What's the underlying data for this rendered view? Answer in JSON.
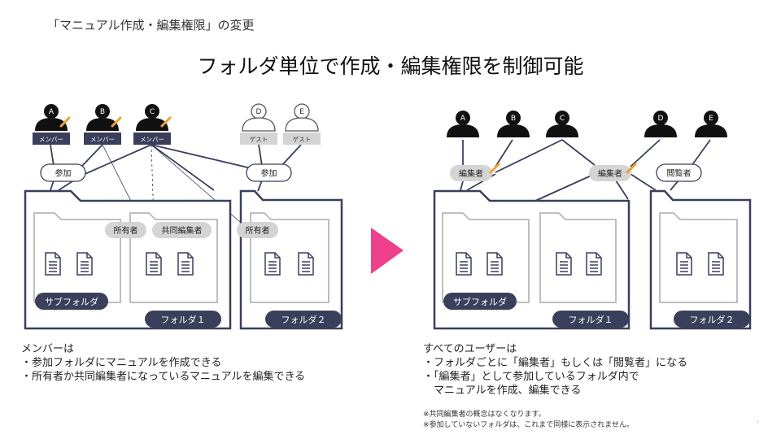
{
  "header": "「マニュアル作成・編集権限」の変更",
  "title": "フォルダ単位で作成・編集権限を制御可能",
  "colors": {
    "navy": "#3a3f5c",
    "pill_gray": "#d4d4d4",
    "folder_inner": "#b7b7b7",
    "guest_outline": "#555555",
    "pencil": "#f0a030",
    "arrow": "#ee3f8a"
  },
  "left": {
    "users": [
      {
        "letter": "A",
        "role": "メンバー",
        "pencil": true
      },
      {
        "letter": "B",
        "role": "メンバー",
        "pencil": true
      },
      {
        "letter": "C",
        "role": "メンバー",
        "pencil": true
      },
      {
        "letter": "D",
        "role": "ゲスト",
        "pencil": false
      },
      {
        "letter": "E",
        "role": "ゲスト",
        "pencil": false
      }
    ],
    "participate_labels": [
      "参加",
      "参加"
    ],
    "owner_label": "所有者",
    "coeditor_label": "共同編集者",
    "owner_label_2": "所有者",
    "subfolder_label": "サブフォルダ",
    "folder1_label": "フォルダ１",
    "folder2_label": "フォルダ２",
    "notes": [
      "メンバーは",
      "・参加フォルダにマニュアルを作成できる",
      "・所有者か共同編集者になっているマニュアルを編集できる"
    ]
  },
  "right": {
    "users": [
      "A",
      "B",
      "C",
      "D",
      "E"
    ],
    "editor_labels": [
      "編集者",
      "編集者"
    ],
    "viewer_label": "閲覧者",
    "subfolder_label": "サブフォルダ",
    "folder1_label": "フォルダ１",
    "folder2_label": "フォルダ２",
    "notes": [
      "すべてのユーザーは",
      "・フォルダごとに「編集者」もしくは「閲覧者」になる",
      "・「編集者」として参加しているフォルダ内で",
      "　マニュアルを作成、編集できる"
    ],
    "footnotes": [
      "※共同編集者の概念はなくなります。",
      "※参加していないフォルダは、これまで同様に表示されません。"
    ]
  },
  "page_number": "2"
}
